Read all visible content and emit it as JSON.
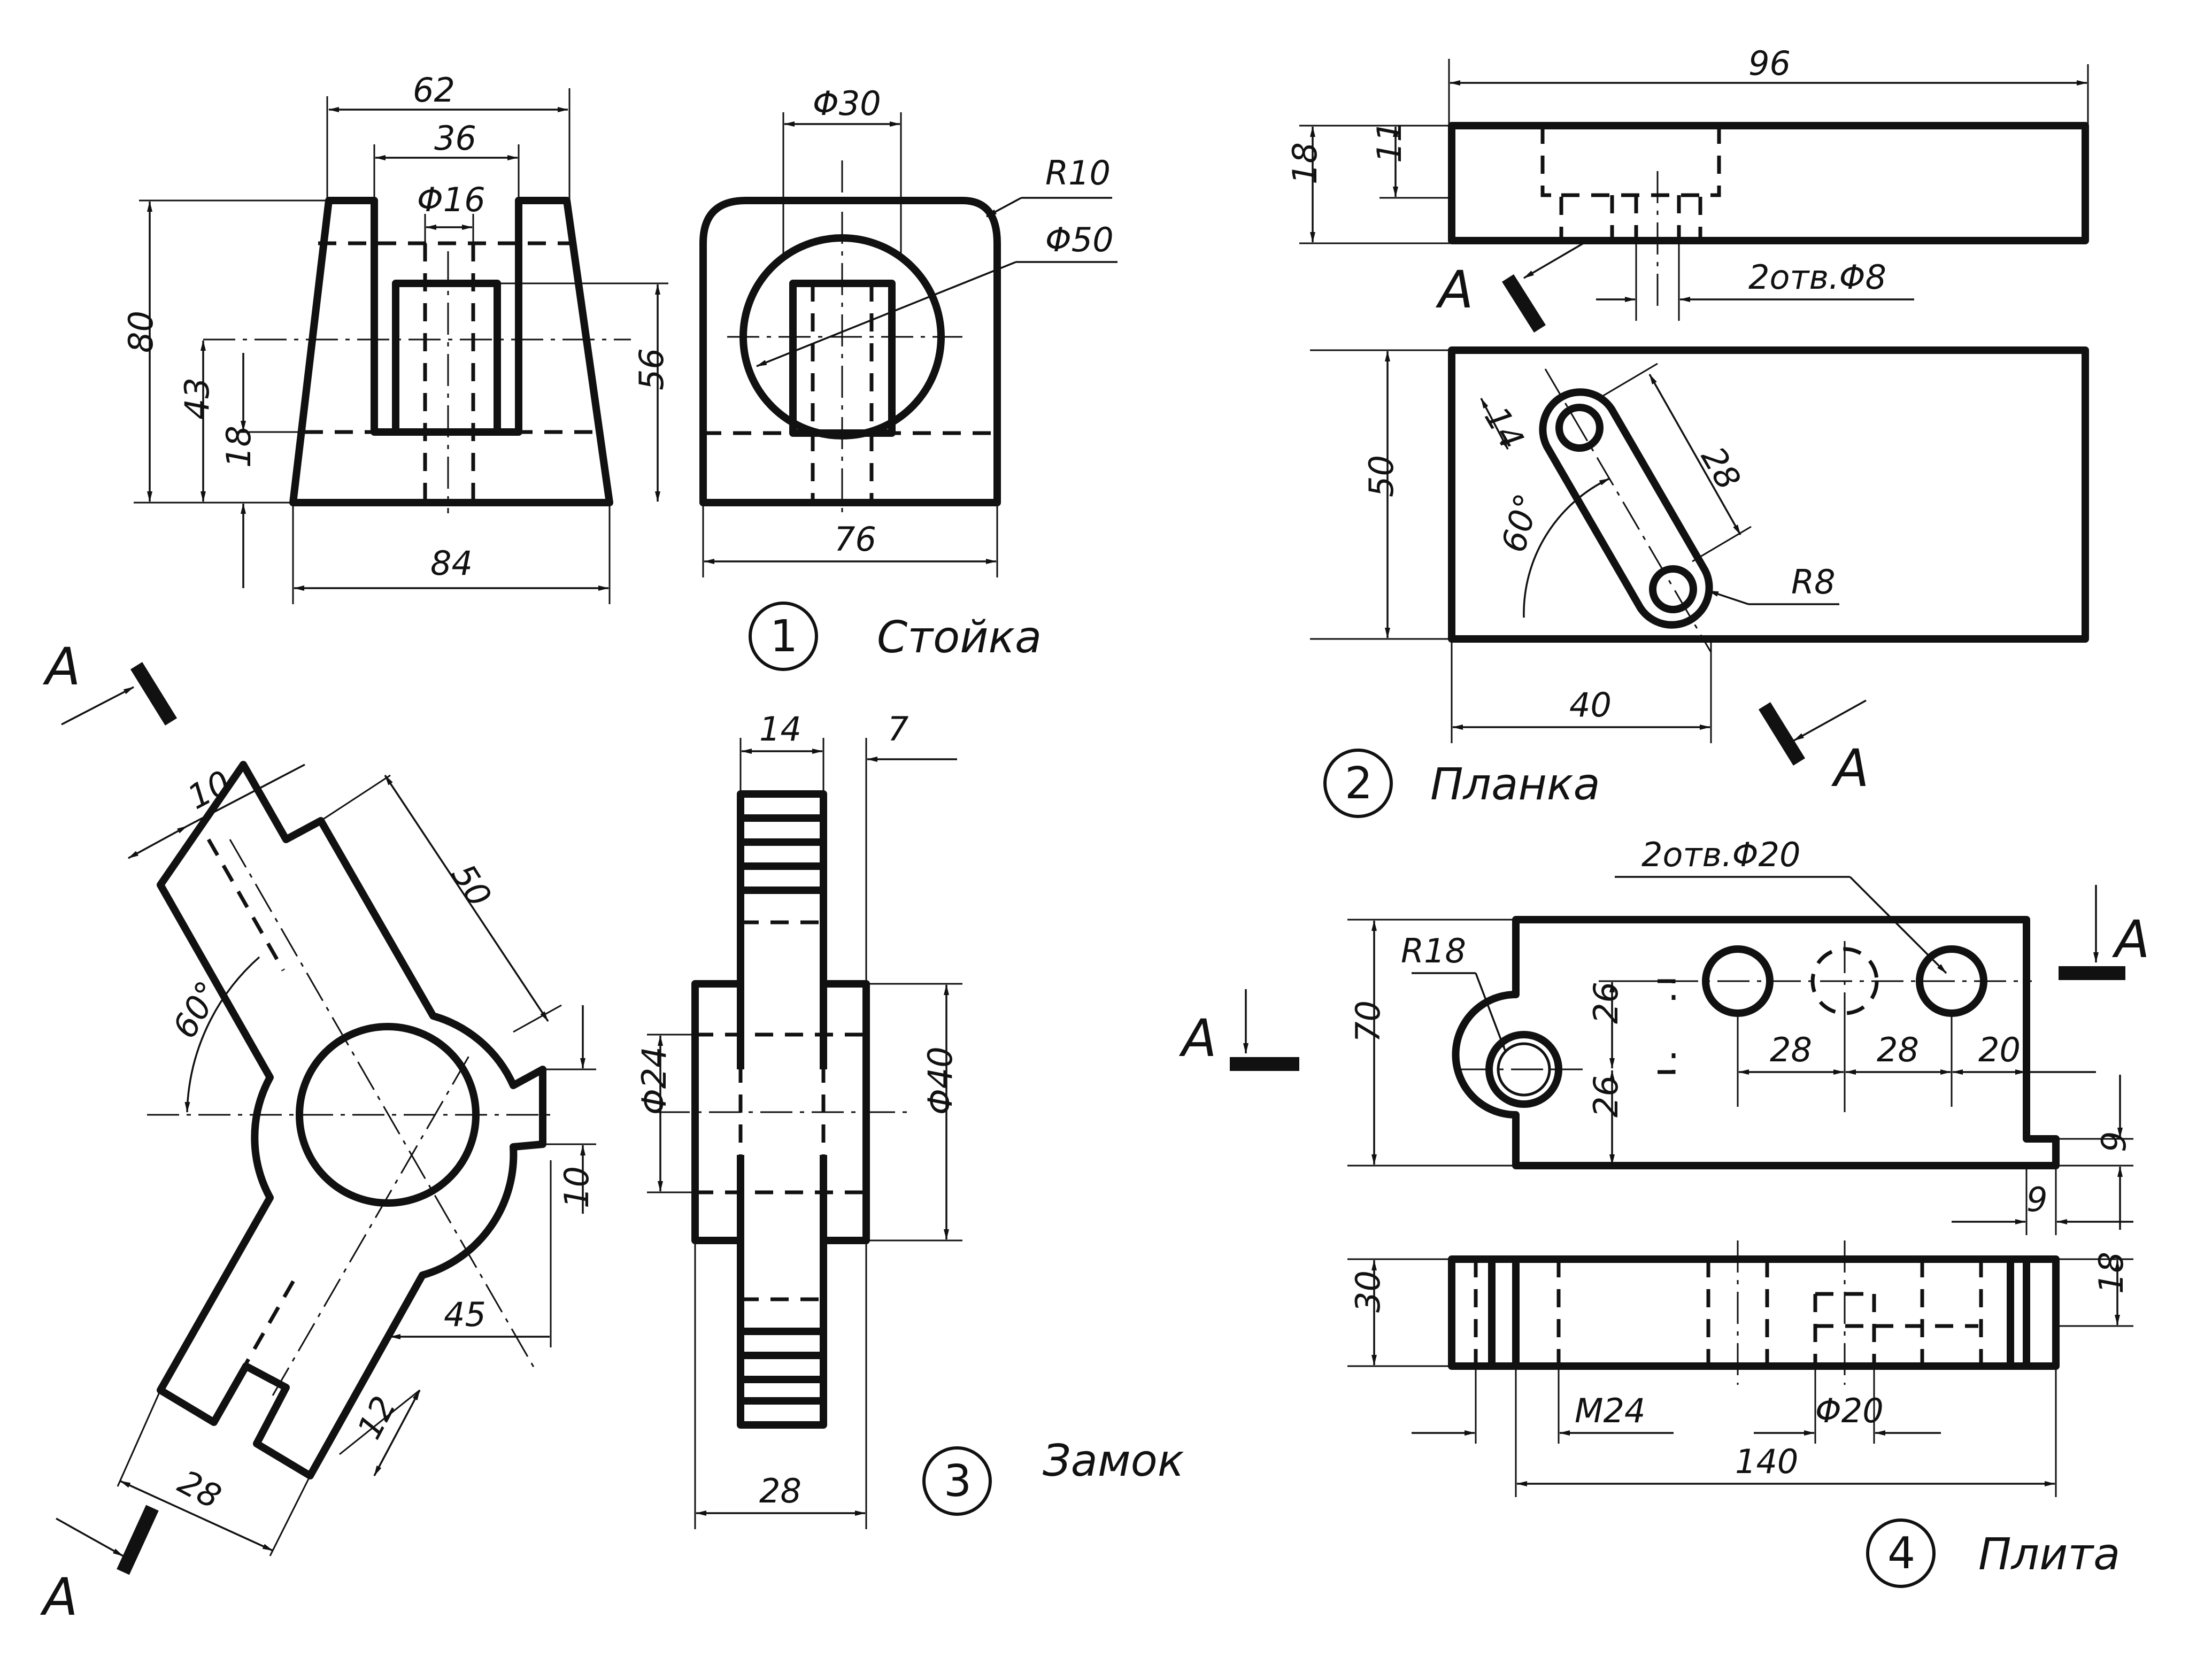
{
  "parts": [
    {
      "number": "1",
      "title": "Стойка",
      "dims": {
        "w62": "62",
        "w36": "36",
        "d16": "Φ16",
        "h80": "80",
        "h43": "43",
        "h18": "18",
        "h56": "56",
        "w84": "84",
        "d30": "Φ30",
        "r10": "R10",
        "d50": "Φ50",
        "w76": "76"
      }
    },
    {
      "number": "2",
      "title": "Планка",
      "dims": {
        "w96": "96",
        "h18": "18",
        "h11": "11",
        "holes": "2отв.Φ8",
        "h50": "50",
        "s14": "14",
        "s28": "28",
        "a60": "60°",
        "r8": "R8",
        "w40": "40"
      }
    },
    {
      "number": "3",
      "title": "Замок",
      "dims": {
        "s10a": "10",
        "s50": "50",
        "a60": "60°",
        "s10b": "10",
        "s45": "45",
        "s28": "28",
        "s12": "12",
        "w14": "14",
        "w7": "7",
        "d24": "Φ24",
        "d40": "Φ40",
        "w28": "28"
      }
    },
    {
      "number": "4",
      "title": "Плита",
      "dims": {
        "holes": "2отв.Φ20",
        "r18": "R18",
        "h70": "70",
        "h26a": "26",
        "h26b": "26",
        "s28a": "28",
        "s28b": "28",
        "s20": "20",
        "s9a": "9",
        "s9b": "9",
        "h30": "30",
        "h18": "18",
        "m24": "M24",
        "d20": "Φ20",
        "w140": "140"
      }
    }
  ],
  "section_label": "А",
  "colors": {
    "ink": "#111111",
    "paper": "#ffffff"
  }
}
